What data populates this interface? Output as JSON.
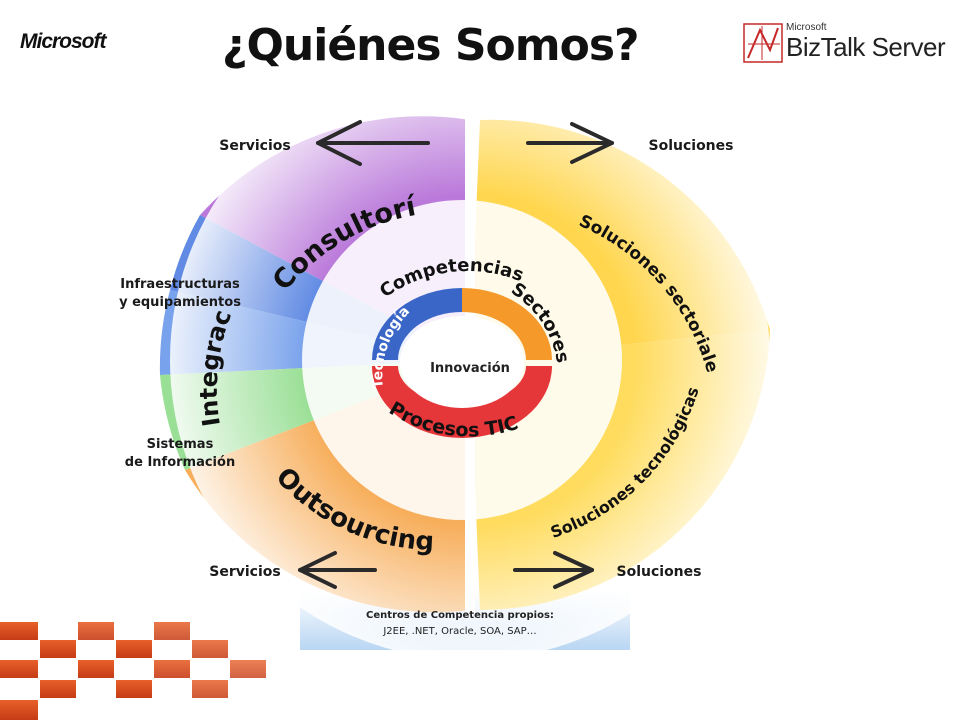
{
  "header": {
    "title": "¿Quiénes Somos?",
    "microsoft_logo": "Microsoft",
    "biztalk_vendor": "Microsoft",
    "biztalk_product": "BizTalk Server"
  },
  "outer_labels": {
    "top_left": "Servicios",
    "top_right": "Soluciones",
    "bottom_left": "Servicios",
    "bottom_right": "Soluciones"
  },
  "side_labels": {
    "infra_line1": "Infraestructuras",
    "infra_line2": "y equipamientos",
    "sistemas_line1": "Sistemas",
    "sistemas_line2": "de Información"
  },
  "arc_labels": {
    "consultoria": "Consultoría",
    "integracion": "Integración",
    "outsourcing": "Outsourcing",
    "soluciones_sectoriales": "Soluciones sectoriales",
    "soluciones_tecnologicas": "Soluciones tecnológicas"
  },
  "inner_ring": {
    "competencias": "Competencias",
    "sectores": "Sectores",
    "tecnologia": "Tecnología",
    "procesos": "Procesos TIC",
    "center": "Innovación"
  },
  "footer": {
    "line1": "Centros de Competencia propios:",
    "line2": "J2EE, .NET, Oracle, SOA, SAP…"
  },
  "colors": {
    "purple": "#b36bd6",
    "blue": "#5a86e0",
    "green": "#8fdc8a",
    "orange": "#f7a64a",
    "yellow": "#ffd23a",
    "red": "#e5363a",
    "ring_blue": "#3a66c8",
    "ring_orange": "#f59a2a"
  }
}
